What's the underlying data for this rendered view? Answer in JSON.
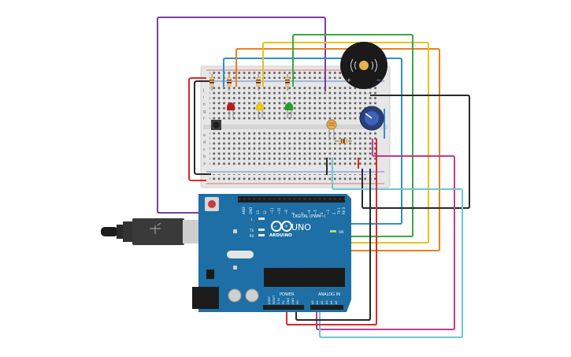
{
  "board": {
    "brand": "ARDUINO",
    "model": "UNO",
    "digital_label": "DIGITAL (PWM~)",
    "power_label": "POWER",
    "analog_label": "ANALOG IN",
    "on_label": "ON",
    "l_label": "L",
    "tx_label": "TX",
    "rx_label": "RX",
    "digital_pins": [
      "AREF",
      "GND",
      "13",
      "12",
      "~11",
      "~10",
      "~9",
      "8",
      "7",
      "~6",
      "~5",
      "4",
      "~3",
      "2",
      "TX 1",
      "RX 0"
    ],
    "power_pins": [
      "IOREF",
      "RESET",
      "3.3V",
      "5V",
      "GND",
      "GND",
      "Vin"
    ],
    "analog_pins": [
      "A0",
      "A1",
      "A2",
      "A3",
      "A4",
      "A5"
    ]
  },
  "breadboard": {
    "row_letters_top": [
      "j",
      "i",
      "h",
      "g",
      "f"
    ],
    "row_letters_bottom": [
      "e",
      "d",
      "c",
      "b",
      "a"
    ]
  },
  "colors": {
    "board_blue": "#1d6fa5",
    "wire_purple": "#7b3fa0",
    "wire_blue": "#2f8fd0",
    "wire_orange": "#e8821e",
    "wire_yellow": "#e9c21a",
    "wire_green": "#3aa843",
    "wire_red": "#d92b2b",
    "wire_black": "#2a2a2a",
    "wire_magenta": "#c23a94",
    "wire_cyan": "#6cc6d6"
  },
  "icons": [
    "buzzer-icon",
    "potentiometer-icon",
    "usb-plug-icon",
    "reset-button-icon",
    "led-icon",
    "resistor-icon",
    "photoresistor-icon",
    "pushbutton-icon"
  ]
}
